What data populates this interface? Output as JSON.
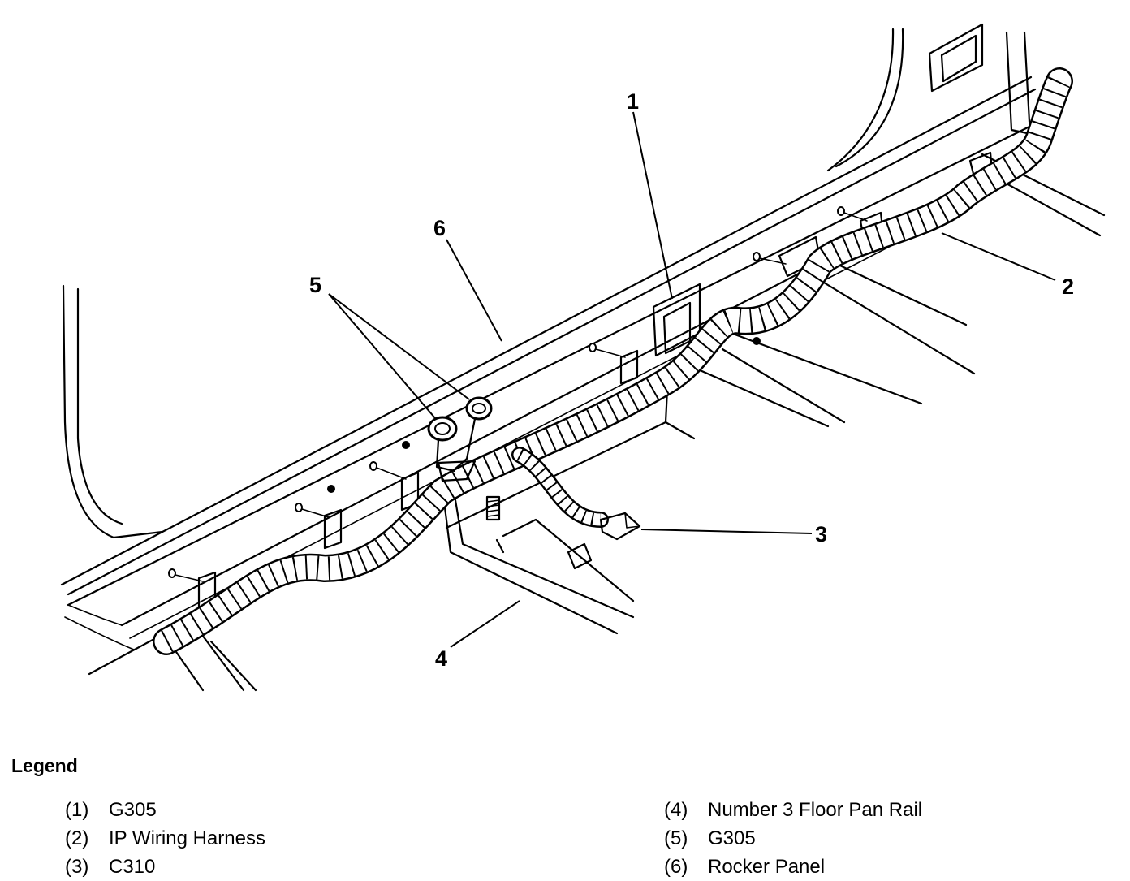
{
  "diagram": {
    "callouts": [
      "1",
      "2",
      "3",
      "4",
      "5",
      "6"
    ]
  },
  "legend": {
    "title": "Legend",
    "items": [
      {
        "num": "(1)",
        "label": "G305"
      },
      {
        "num": "(2)",
        "label": "IP Wiring Harness"
      },
      {
        "num": "(3)",
        "label": "C310"
      },
      {
        "num": "(4)",
        "label": "Number 3 Floor Pan Rail"
      },
      {
        "num": "(5)",
        "label": "G305"
      },
      {
        "num": "(6)",
        "label": "Rocker Panel"
      }
    ]
  }
}
